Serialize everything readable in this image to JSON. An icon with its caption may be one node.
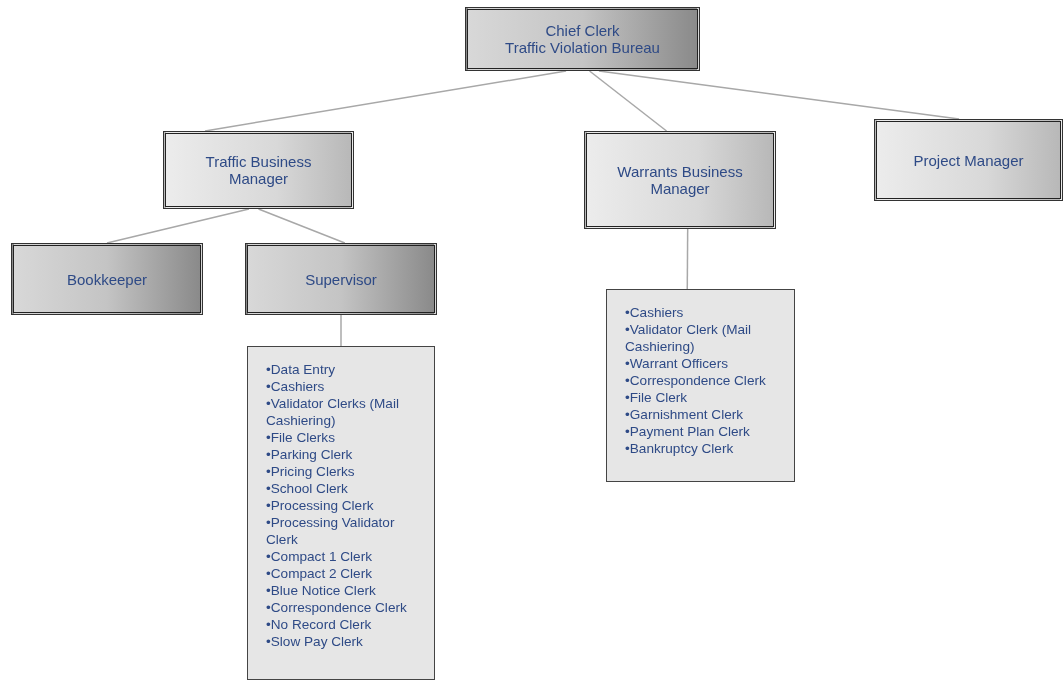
{
  "diagram": {
    "nodes": [
      {
        "text": [
          "Chief Clerk",
          "Traffic Violation Bureau"
        ]
      },
      {
        "text": [
          "Traffic Business Manager"
        ]
      },
      {
        "text": [
          "Warrants Business Manager"
        ]
      },
      {
        "text": [
          "Project Manager"
        ]
      },
      {
        "text": [
          "Bookkeeper"
        ]
      },
      {
        "text": [
          "Supervisor"
        ]
      },
      {
        "text": [
          "•Data Entry",
          "•Cashiers",
          "•Validator Clerks (Mail Cashiering)",
          "•File Clerks",
          "•Parking Clerk",
          "•Pricing Clerks",
          "•School Clerk",
          "•Processing Clerk",
          "•Processing Validator Clerk",
          "•Compact 1 Clerk",
          "•Compact 2 Clerk",
          "•Blue Notice Clerk",
          "•Correspondence Clerk",
          "•No Record Clerk",
          "•Slow Pay Clerk"
        ]
      },
      {
        "text": [
          "•Cashiers",
          "•Validator Clerk (Mail Cashiering)",
          "•Warrant Officers",
          "•Correspondence Clerk",
          "•File Clerk",
          "•Garnishment Clerk",
          "•Payment Plan Clerk",
          "•Bankruptcy Clerk"
        ]
      }
    ],
    "edges": [
      {
        "from": 0,
        "to": 1,
        "arrow": "none"
      },
      {
        "from": 0,
        "to": 2,
        "arrow": "none"
      },
      {
        "from": 0,
        "to": 3,
        "arrow": "none"
      },
      {
        "from": 1,
        "to": 4,
        "arrow": "none"
      },
      {
        "from": 1,
        "to": 5,
        "arrow": "none"
      },
      {
        "from": 5,
        "to": 6,
        "arrow": "none"
      },
      {
        "from": 2,
        "to": 7,
        "arrow": "none"
      }
    ]
  }
}
